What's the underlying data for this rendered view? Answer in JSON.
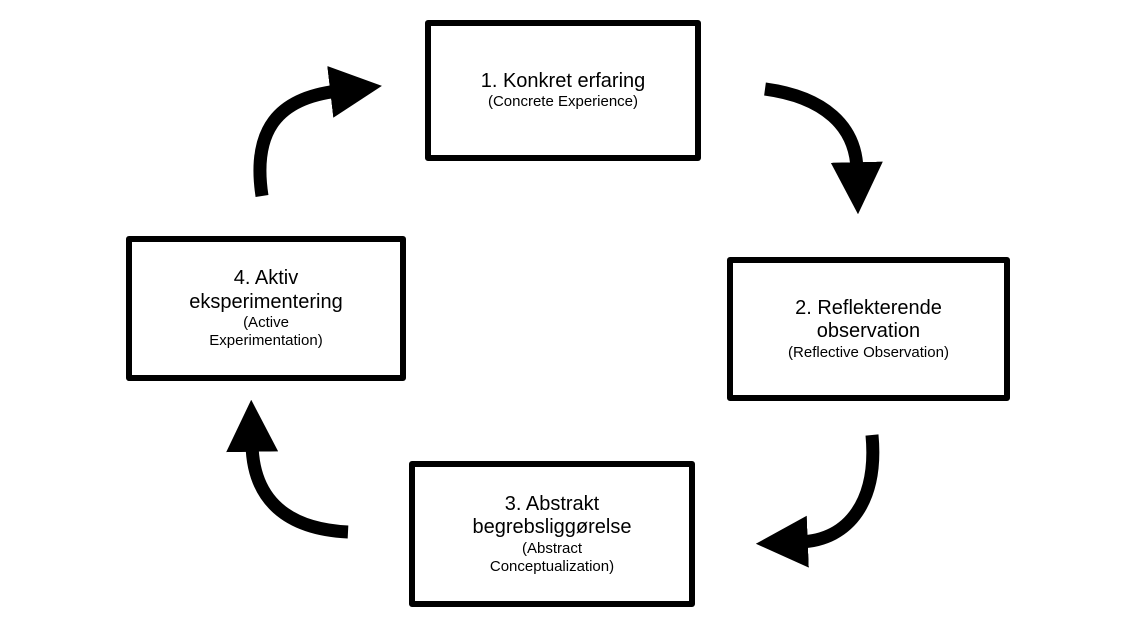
{
  "colors": {
    "ink": "#000000",
    "background": "#ffffff"
  },
  "boxes": [
    {
      "title": "1. Konkret erfaring",
      "subtitle": "(Concrete Experience)"
    },
    {
      "title": "2. Reflekterende\nobservation",
      "subtitle": "(Reflective Observation)"
    },
    {
      "title": "3. Abstrakt\nbegrebsliggørelse",
      "subtitle": "(Abstract\nConceptualization)"
    },
    {
      "title": "4. Aktiv\neksperimentering",
      "subtitle": "(Active\nExperimentation)"
    }
  ],
  "arrows": [
    {
      "from": "1. Konkret erfaring",
      "to": "2. Reflekterende observation"
    },
    {
      "from": "2. Reflekterende observation",
      "to": "3. Abstrakt begrebsliggørelse"
    },
    {
      "from": "3. Abstrakt begrebsliggørelse",
      "to": "4. Aktiv eksperimentering"
    },
    {
      "from": "4. Aktiv eksperimentering",
      "to": "1. Konkret erfaring"
    }
  ]
}
